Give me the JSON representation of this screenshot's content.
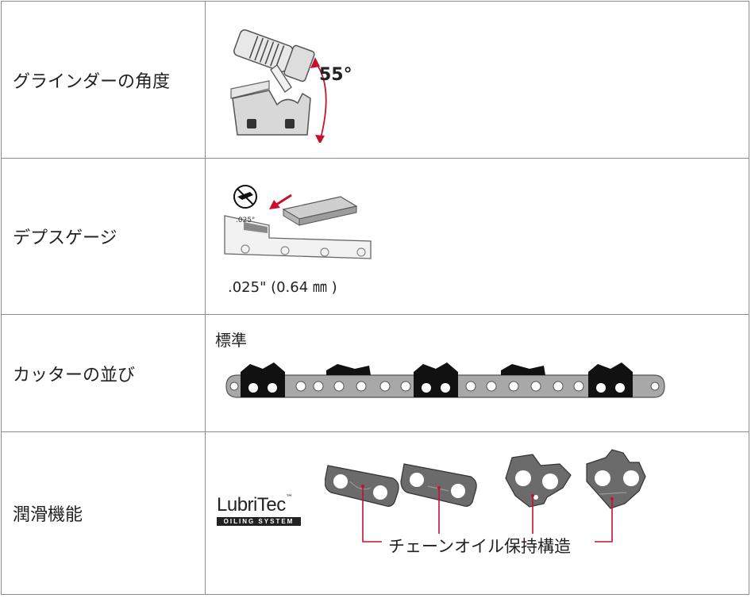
{
  "rows": [
    {
      "label": "グラインダーの角度",
      "angle_text": "55°",
      "illustration": "grinder-angle-illustration"
    },
    {
      "label": "デプスゲージ",
      "gauge_value": ".025\" (0.64 ㎜ )",
      "illustration": "depth-gauge-illustration"
    },
    {
      "label": "カッターの並び",
      "sublabel": "標準",
      "illustration": "cutter-sequence-chain"
    },
    {
      "label": "潤滑機能",
      "logo_main": "LubriTec",
      "logo_tm": "™",
      "logo_sub": "OILING SYSTEM",
      "callout": "チェーンオイル保持構造",
      "illustration": "oil-retention-links"
    }
  ],
  "colors": {
    "accent_red": "#c8102e",
    "border": "#8c8c8c",
    "link_gray": "#777777",
    "cutter_black": "#111111"
  }
}
